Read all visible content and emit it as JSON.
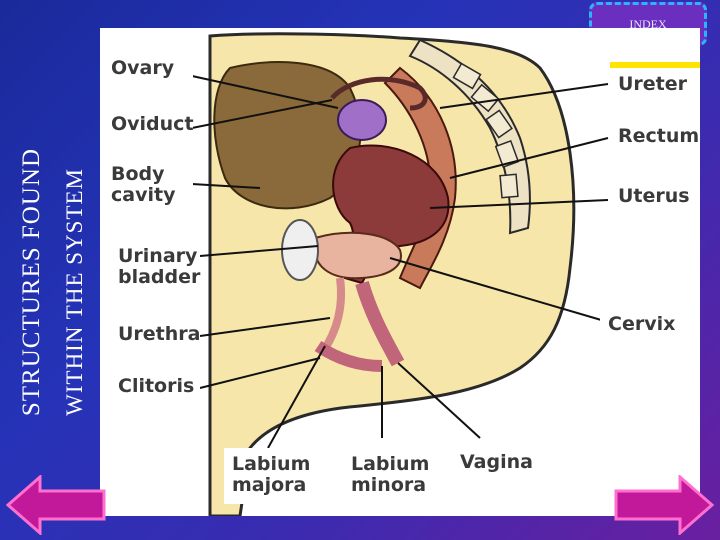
{
  "slide": {
    "title_line1": "STRUCTURES FOUND",
    "title_line2": "WITHIN THE SYSTEM",
    "index_label": "INDEX"
  },
  "labels": {
    "ovary": "Ovary",
    "oviduct": "Oviduct",
    "body_cavity": "Body\ncavity",
    "urinary_bladder": "Urinary\nbladder",
    "urethra": "Urethra",
    "clitoris": "Clitoris",
    "labium_majora": "Labium\nmajora",
    "labium_minora": "Labium\nminora",
    "vagina": "Vagina",
    "ureter": "Ureter",
    "rectum": "Rectum",
    "uterus": "Uterus",
    "cervix": "Cervix"
  },
  "navigation": {
    "prev_icon": "arrow-left-icon",
    "next_icon": "arrow-right-icon"
  },
  "colors": {
    "background": "#2533b8",
    "arrow_fill": "#c2189a",
    "arrow_outline": "#ff6fd0",
    "index_border": "#29b6ff"
  }
}
